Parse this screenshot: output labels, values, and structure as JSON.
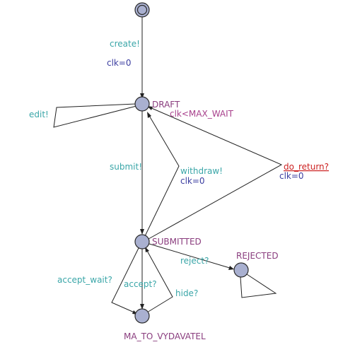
{
  "locations": {
    "initial": {
      "name": ""
    },
    "draft": {
      "name": "DRAFT",
      "invariant": "clk<MAX_WAIT"
    },
    "submitted": {
      "name": "SUBMITTED"
    },
    "rejected": {
      "name": "REJECTED"
    },
    "ma_to_vydavatel": {
      "name": "MA_TO_VYDAVATEL"
    }
  },
  "edges": {
    "create": {
      "sync": "create!",
      "update": "clk=0"
    },
    "edit": {
      "sync": "edit!"
    },
    "submit": {
      "sync": "submit!"
    },
    "withdraw": {
      "sync": "withdraw!",
      "update": "clk=0"
    },
    "do_return": {
      "sync": "do_return?",
      "update": "clk=0"
    },
    "reject": {
      "sync": "reject?"
    },
    "accept_wait": {
      "sync": "accept_wait?"
    },
    "accept": {
      "sync": "accept?"
    },
    "hide": {
      "sync": "hide?"
    }
  },
  "colors": {
    "location_fill": "#a9b0d0",
    "location_name": "#8a3d7e",
    "sync_label": "#3aa6a8",
    "update_label": "#3b3da0",
    "invariant_label": "#a8408c",
    "urgent_label": "#cc1f1f"
  }
}
